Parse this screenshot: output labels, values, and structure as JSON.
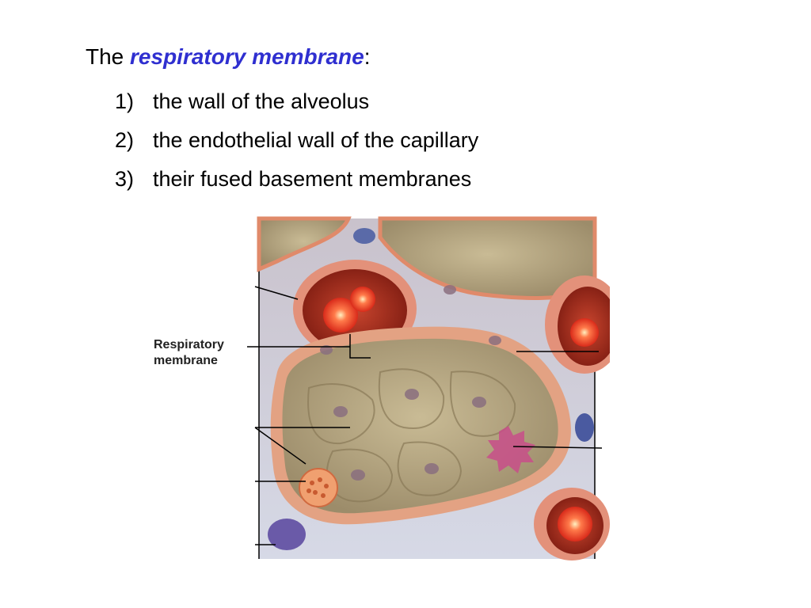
{
  "slide": {
    "heading_prefix": "The ",
    "heading_emphasis": "respiratory membrane",
    "heading_suffix": ":",
    "items": [
      {
        "number": "1)",
        "text": "the wall of the alveolus"
      },
      {
        "number": "2)",
        "text": "the endothelial wall of the capillary"
      },
      {
        "number": "3)",
        "text": "their fused basement membranes"
      }
    ]
  },
  "figure": {
    "label_line1": "Respiratory",
    "label_line2": "membrane",
    "colors": {
      "emphasis": "#2f2fd0",
      "alveolus_fill": "#b8a882",
      "capillary_wall": "#e07a5a",
      "red_blood_cell": "#e8402a",
      "interstitium": "#d8dce8"
    }
  }
}
